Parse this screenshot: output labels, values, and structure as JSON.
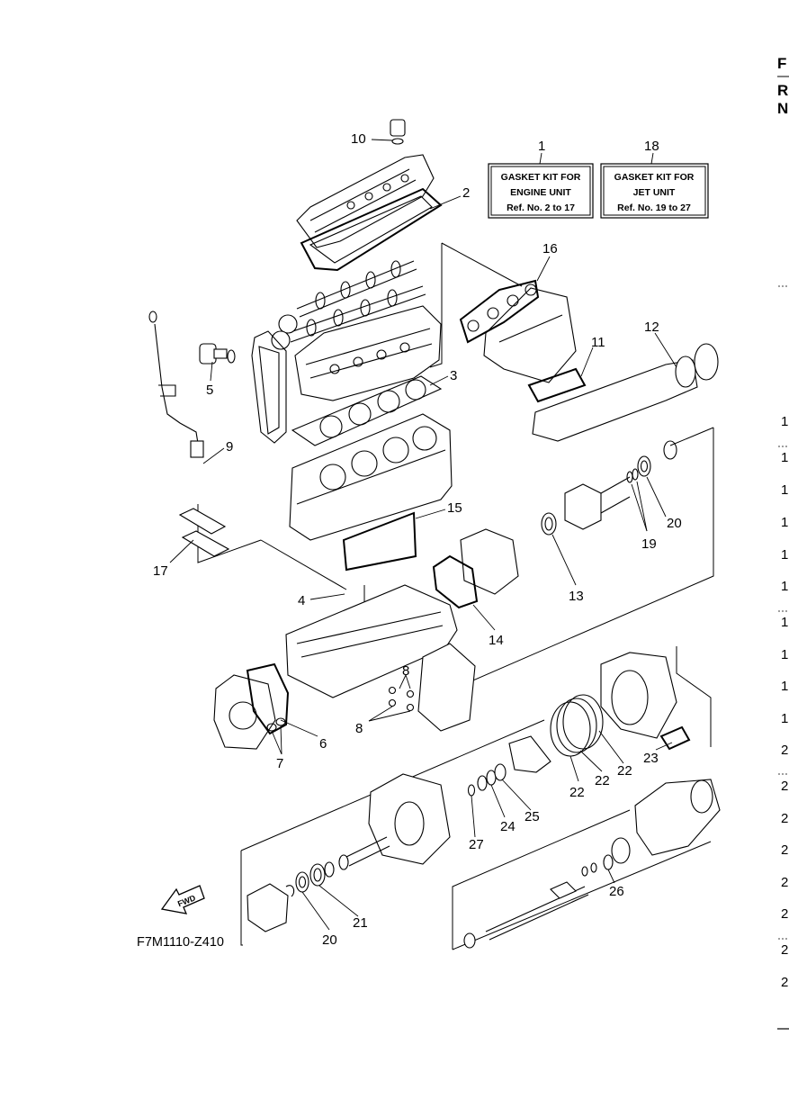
{
  "kits": [
    {
      "ref": "1",
      "lines": [
        "GASKET KIT FOR",
        "ENGINE UNIT",
        "Ref. No. 2 to 17"
      ]
    },
    {
      "ref": "18",
      "lines": [
        "GASKET KIT FOR",
        "JET UNIT",
        "Ref. No. 19 to 27"
      ]
    }
  ],
  "callouts": [
    {
      "id": "c10",
      "text": "10"
    },
    {
      "id": "c2",
      "text": "2"
    },
    {
      "id": "c16",
      "text": "16"
    },
    {
      "id": "c12",
      "text": "12"
    },
    {
      "id": "c11",
      "text": "11"
    },
    {
      "id": "c5",
      "text": "5"
    },
    {
      "id": "c3",
      "text": "3"
    },
    {
      "id": "c9",
      "text": "9"
    },
    {
      "id": "c15",
      "text": "15"
    },
    {
      "id": "c20a",
      "text": "20"
    },
    {
      "id": "c19",
      "text": "19"
    },
    {
      "id": "c17",
      "text": "17"
    },
    {
      "id": "c13",
      "text": "13"
    },
    {
      "id": "c4",
      "text": "4"
    },
    {
      "id": "c14",
      "text": "14"
    },
    {
      "id": "c8a",
      "text": "8"
    },
    {
      "id": "c8b",
      "text": "8"
    },
    {
      "id": "c6",
      "text": "6"
    },
    {
      "id": "c7",
      "text": "7"
    },
    {
      "id": "c23",
      "text": "23"
    },
    {
      "id": "c22a",
      "text": "22"
    },
    {
      "id": "c22b",
      "text": "22"
    },
    {
      "id": "c22c",
      "text": "22"
    },
    {
      "id": "c25",
      "text": "25"
    },
    {
      "id": "c24",
      "text": "24"
    },
    {
      "id": "c27",
      "text": "27"
    },
    {
      "id": "c26",
      "text": "26"
    },
    {
      "id": "c21",
      "text": "21"
    },
    {
      "id": "c20b",
      "text": "20"
    }
  ],
  "drawing_code": "F7M1110-Z410",
  "fwd_label": "FWD",
  "edge_text": {
    "heading": [
      "F",
      "R",
      "N"
    ],
    "column": [
      "1",
      "1",
      "1",
      "1",
      "1",
      "1",
      "1",
      "1",
      "1",
      "1",
      "2",
      "2",
      "2",
      "2",
      "2",
      "2",
      "2",
      "2"
    ]
  }
}
